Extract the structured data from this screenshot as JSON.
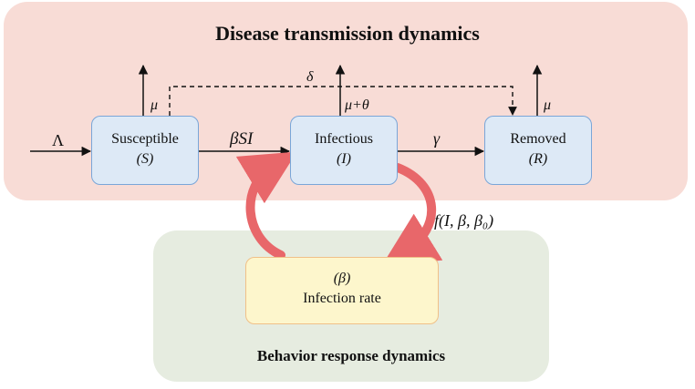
{
  "top_panel": {
    "title": "Disease transmission dynamics"
  },
  "bottom_panel": {
    "title": "Behavior response dynamics"
  },
  "nodes": {
    "susceptible": {
      "label": "Susceptible",
      "symbol": "(S)"
    },
    "infectious": {
      "label": "Infectious",
      "symbol": "(I)"
    },
    "removed": {
      "label": "Removed",
      "symbol": "(R)"
    },
    "infection_rate": {
      "symbol": "(β)",
      "label": "Infection rate"
    }
  },
  "edges": {
    "inflow": "Λ",
    "transmission": "βSI",
    "recovery": "γ",
    "death_s": "μ",
    "death_i": "μ+θ",
    "death_r": "μ",
    "delta": "δ",
    "feedback": "f(I, β, β₀)"
  },
  "colors": {
    "top_panel_bg": "#f8dcd6",
    "bottom_panel_bg": "#e6ece0",
    "compartment_fill": "#dde9f6",
    "compartment_border": "#7aa6d8",
    "rate_fill": "#fdf6cc",
    "feedback_arrow": "#e8676a"
  }
}
